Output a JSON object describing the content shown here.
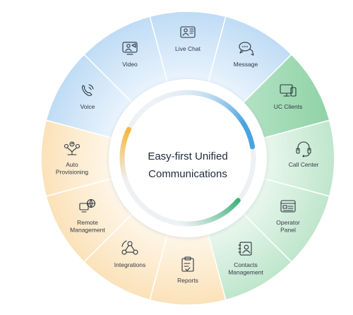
{
  "center": {
    "line1": "Easy-first Unified",
    "line2": "Communications"
  },
  "segments": [
    {
      "key": "voice",
      "lines": [
        "Voice"
      ],
      "icon": "phone-icon"
    },
    {
      "key": "video",
      "lines": [
        "Video"
      ],
      "icon": "video-screen-icon"
    },
    {
      "key": "live-chat",
      "lines": [
        "Live Chat"
      ],
      "icon": "chat-screen-icon"
    },
    {
      "key": "message",
      "lines": [
        "Message"
      ],
      "icon": "message-bubbles-icon"
    },
    {
      "key": "uc-clients",
      "lines": [
        "UC Clients"
      ],
      "icon": "devices-icon"
    },
    {
      "key": "call-center",
      "lines": [
        "Call Center"
      ],
      "icon": "headset-icon"
    },
    {
      "key": "operator-panel",
      "lines": [
        "Operator",
        "Panel"
      ],
      "icon": "panel-icon"
    },
    {
      "key": "contacts-management",
      "lines": [
        "Contacts",
        "Management"
      ],
      "icon": "contacts-book-icon"
    },
    {
      "key": "reports",
      "lines": [
        "Reports"
      ],
      "icon": "clipboard-icon"
    },
    {
      "key": "integrations",
      "lines": [
        "Integrations"
      ],
      "icon": "integration-nodes-icon"
    },
    {
      "key": "remote-management",
      "lines": [
        "Remote",
        "Management"
      ],
      "icon": "remote-globe-icon"
    },
    {
      "key": "auto-provisioning",
      "lines": [
        "Auto",
        "Provisioning"
      ],
      "icon": "provisioning-icon"
    }
  ],
  "colors": {
    "blue": "#cfe6fa",
    "green": "#d6efdf",
    "orange": "#fdeed6",
    "blue_arc": "#4aa3e0",
    "green_arc": "#3fb27a",
    "orange_arc": "#f5b63c"
  }
}
